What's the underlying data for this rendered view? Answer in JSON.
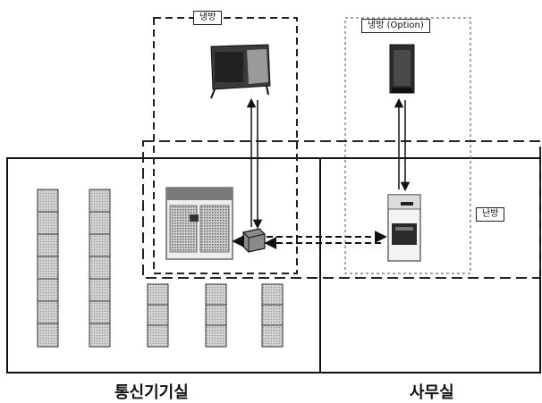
{
  "labels": {
    "cooling": "냉방",
    "cooling_option": "냉방 (Option)",
    "heating": "난방",
    "telecom_room": "통신기기실",
    "office": "사무실"
  }
}
